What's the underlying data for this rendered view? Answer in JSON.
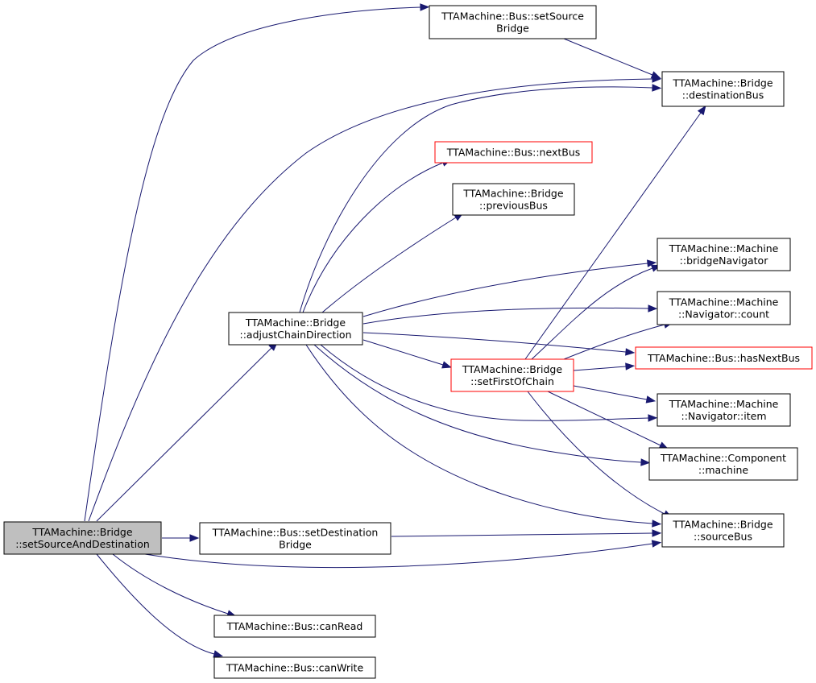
{
  "colors": {
    "edge": "#191970",
    "node_border": "#000000",
    "node_border_undocumented": "#ff0000",
    "node_fill": "#ffffff",
    "root_fill": "#bfbfbf"
  },
  "nodes": {
    "root": {
      "lines": [
        "TTAMachine::Bridge",
        "::setSourceAndDestination"
      ],
      "style": "root"
    },
    "adjust": {
      "lines": [
        "TTAMachine::Bridge",
        "::adjustChainDirection"
      ],
      "style": "normal"
    },
    "setSrcBridge": {
      "lines": [
        "TTAMachine::Bus::setSource",
        "Bridge"
      ],
      "style": "normal"
    },
    "destBus": {
      "lines": [
        "TTAMachine::Bridge",
        "::destinationBus"
      ],
      "style": "normal"
    },
    "nextBus": {
      "lines": [
        "TTAMachine::Bus::nextBus"
      ],
      "style": "undocumented"
    },
    "prevBus": {
      "lines": [
        "TTAMachine::Bridge",
        "::previousBus"
      ],
      "style": "normal"
    },
    "bridgeNav": {
      "lines": [
        "TTAMachine::Machine",
        "::bridgeNavigator"
      ],
      "style": "normal"
    },
    "navCount": {
      "lines": [
        "TTAMachine::Machine",
        "::Navigator::count"
      ],
      "style": "normal"
    },
    "hasNextBus": {
      "lines": [
        "TTAMachine::Bus::hasNextBus"
      ],
      "style": "undocumented"
    },
    "setFirst": {
      "lines": [
        "TTAMachine::Bridge",
        "::setFirstOfChain"
      ],
      "style": "undocumented"
    },
    "navItem": {
      "lines": [
        "TTAMachine::Machine",
        "::Navigator::item"
      ],
      "style": "normal"
    },
    "compMachine": {
      "lines": [
        "TTAMachine::Component",
        "::machine"
      ],
      "style": "normal"
    },
    "setDestBridge": {
      "lines": [
        "TTAMachine::Bus::setDestination",
        "Bridge"
      ],
      "style": "normal"
    },
    "srcBus": {
      "lines": [
        "TTAMachine::Bridge",
        "::sourceBus"
      ],
      "style": "normal"
    },
    "canRead": {
      "lines": [
        "TTAMachine::Bus::canRead"
      ],
      "style": "normal"
    },
    "canWrite": {
      "lines": [
        "TTAMachine::Bus::canWrite"
      ],
      "style": "normal"
    }
  },
  "edges": [
    [
      "root",
      "setSrcBridge"
    ],
    [
      "root",
      "destBus"
    ],
    [
      "root",
      "adjust"
    ],
    [
      "root",
      "setDestBridge"
    ],
    [
      "root",
      "srcBus"
    ],
    [
      "root",
      "canRead"
    ],
    [
      "root",
      "canWrite"
    ],
    [
      "setSrcBridge",
      "destBus"
    ],
    [
      "adjust",
      "destBus"
    ],
    [
      "adjust",
      "nextBus"
    ],
    [
      "adjust",
      "prevBus"
    ],
    [
      "adjust",
      "bridgeNav"
    ],
    [
      "adjust",
      "navCount"
    ],
    [
      "adjust",
      "hasNextBus"
    ],
    [
      "adjust",
      "setFirst"
    ],
    [
      "adjust",
      "navItem"
    ],
    [
      "adjust",
      "compMachine"
    ],
    [
      "adjust",
      "srcBus"
    ],
    [
      "setFirst",
      "destBus"
    ],
    [
      "setFirst",
      "bridgeNav"
    ],
    [
      "setFirst",
      "navCount"
    ],
    [
      "setFirst",
      "hasNextBus"
    ],
    [
      "setFirst",
      "navItem"
    ],
    [
      "setFirst",
      "compMachine"
    ],
    [
      "setFirst",
      "srcBus"
    ],
    [
      "setDestBridge",
      "srcBus"
    ]
  ]
}
